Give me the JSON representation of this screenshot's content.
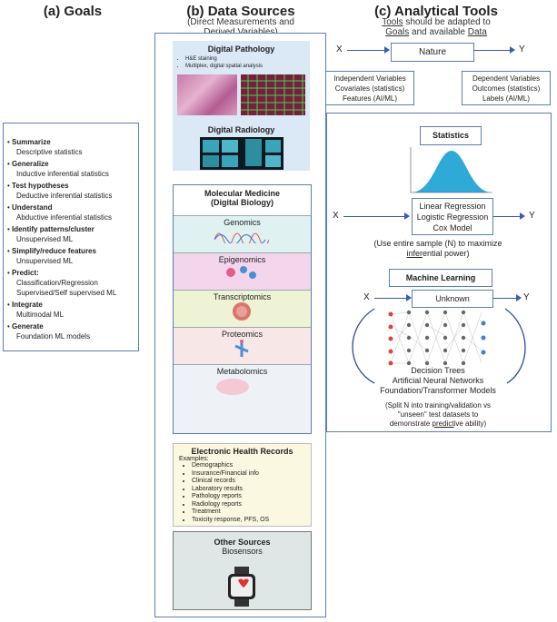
{
  "goals": {
    "title": "(a) Goals",
    "items": [
      {
        "head": "Summarize",
        "sub": [
          "Descriptive statistics"
        ]
      },
      {
        "head": "Generalize",
        "sub": [
          "Inductive inferential statistics"
        ]
      },
      {
        "head": "Test hypotheses",
        "sub": [
          "Deductive inferential statistics"
        ]
      },
      {
        "head": "Understand",
        "sub": [
          "Abductive inferential statistics"
        ]
      },
      {
        "head": "Identify patterns/cluster",
        "sub": [
          "Unsupervised ML"
        ]
      },
      {
        "head": "Simplify/reduce features",
        "sub": [
          "Unsupervised ML"
        ]
      },
      {
        "head": "Predict:",
        "sub": [
          "Classification/Regression",
          "Supervised/Self supervised ML"
        ]
      },
      {
        "head": "Integrate",
        "sub": [
          "Multimodal ML"
        ]
      },
      {
        "head": "Generate",
        "sub": [
          "Foundation ML models"
        ]
      }
    ]
  },
  "sources": {
    "title": "(b) Data Sources",
    "subtitle1": "(Direct Measurements and",
    "subtitle2": "Derived Variables)",
    "pathology": {
      "title": "Digital Pathology",
      "b1": "H&E staining",
      "b2": "Multiplex, digital spatial analysis"
    },
    "radiology": {
      "title": "Digital Radiology"
    },
    "molecular": {
      "title1": "Molecular Medicine",
      "title2": "(Digital Biology)",
      "omics": [
        "Genomics",
        "Epigenomics",
        "Transcriptomics",
        "Proteomics",
        "Metabolomics"
      ]
    },
    "ehr": {
      "title": "Electronic Health Records",
      "examples": "Examples:",
      "items": [
        "Demographics",
        "Insurance/Financial info",
        "Clinical records",
        "Laboratory results",
        "Pathology reports",
        "Radiology reports",
        "Treatment",
        "Toxicity response, PFS, OS"
      ]
    },
    "other": {
      "title": "Other Sources",
      "item": "Biosensors"
    }
  },
  "tools": {
    "title": "(c) Analytical Tools",
    "line1": "Tools should be adapted to",
    "line2": "Goals and available Data",
    "x": "X",
    "y": "Y",
    "nature": "Nature",
    "indep": [
      "Independent Variables",
      "Covariates (statistics)",
      "Features (AI/ML)"
    ],
    "dep": [
      "Dependent Variables",
      "Outcomes (statistics)",
      "Labels (AI/ML)"
    ],
    "statistics": {
      "title": "Statistics",
      "models": [
        "Linear Regression",
        "Logistic Regression",
        "Cox Model"
      ],
      "note1": "(Use entire sample (N) to maximize",
      "note2": "inferential power)"
    },
    "ml": {
      "title": "Machine Learning",
      "unknown": "Unknown",
      "models": [
        "Decision Trees",
        "Artificial Neural Networks",
        "Foundation/Transformer Models"
      ],
      "note1": "(Split N into training/validation vs",
      "note2": "\"unseen\" test datasets to",
      "note3": "demonstrate predictive ability)"
    }
  }
}
